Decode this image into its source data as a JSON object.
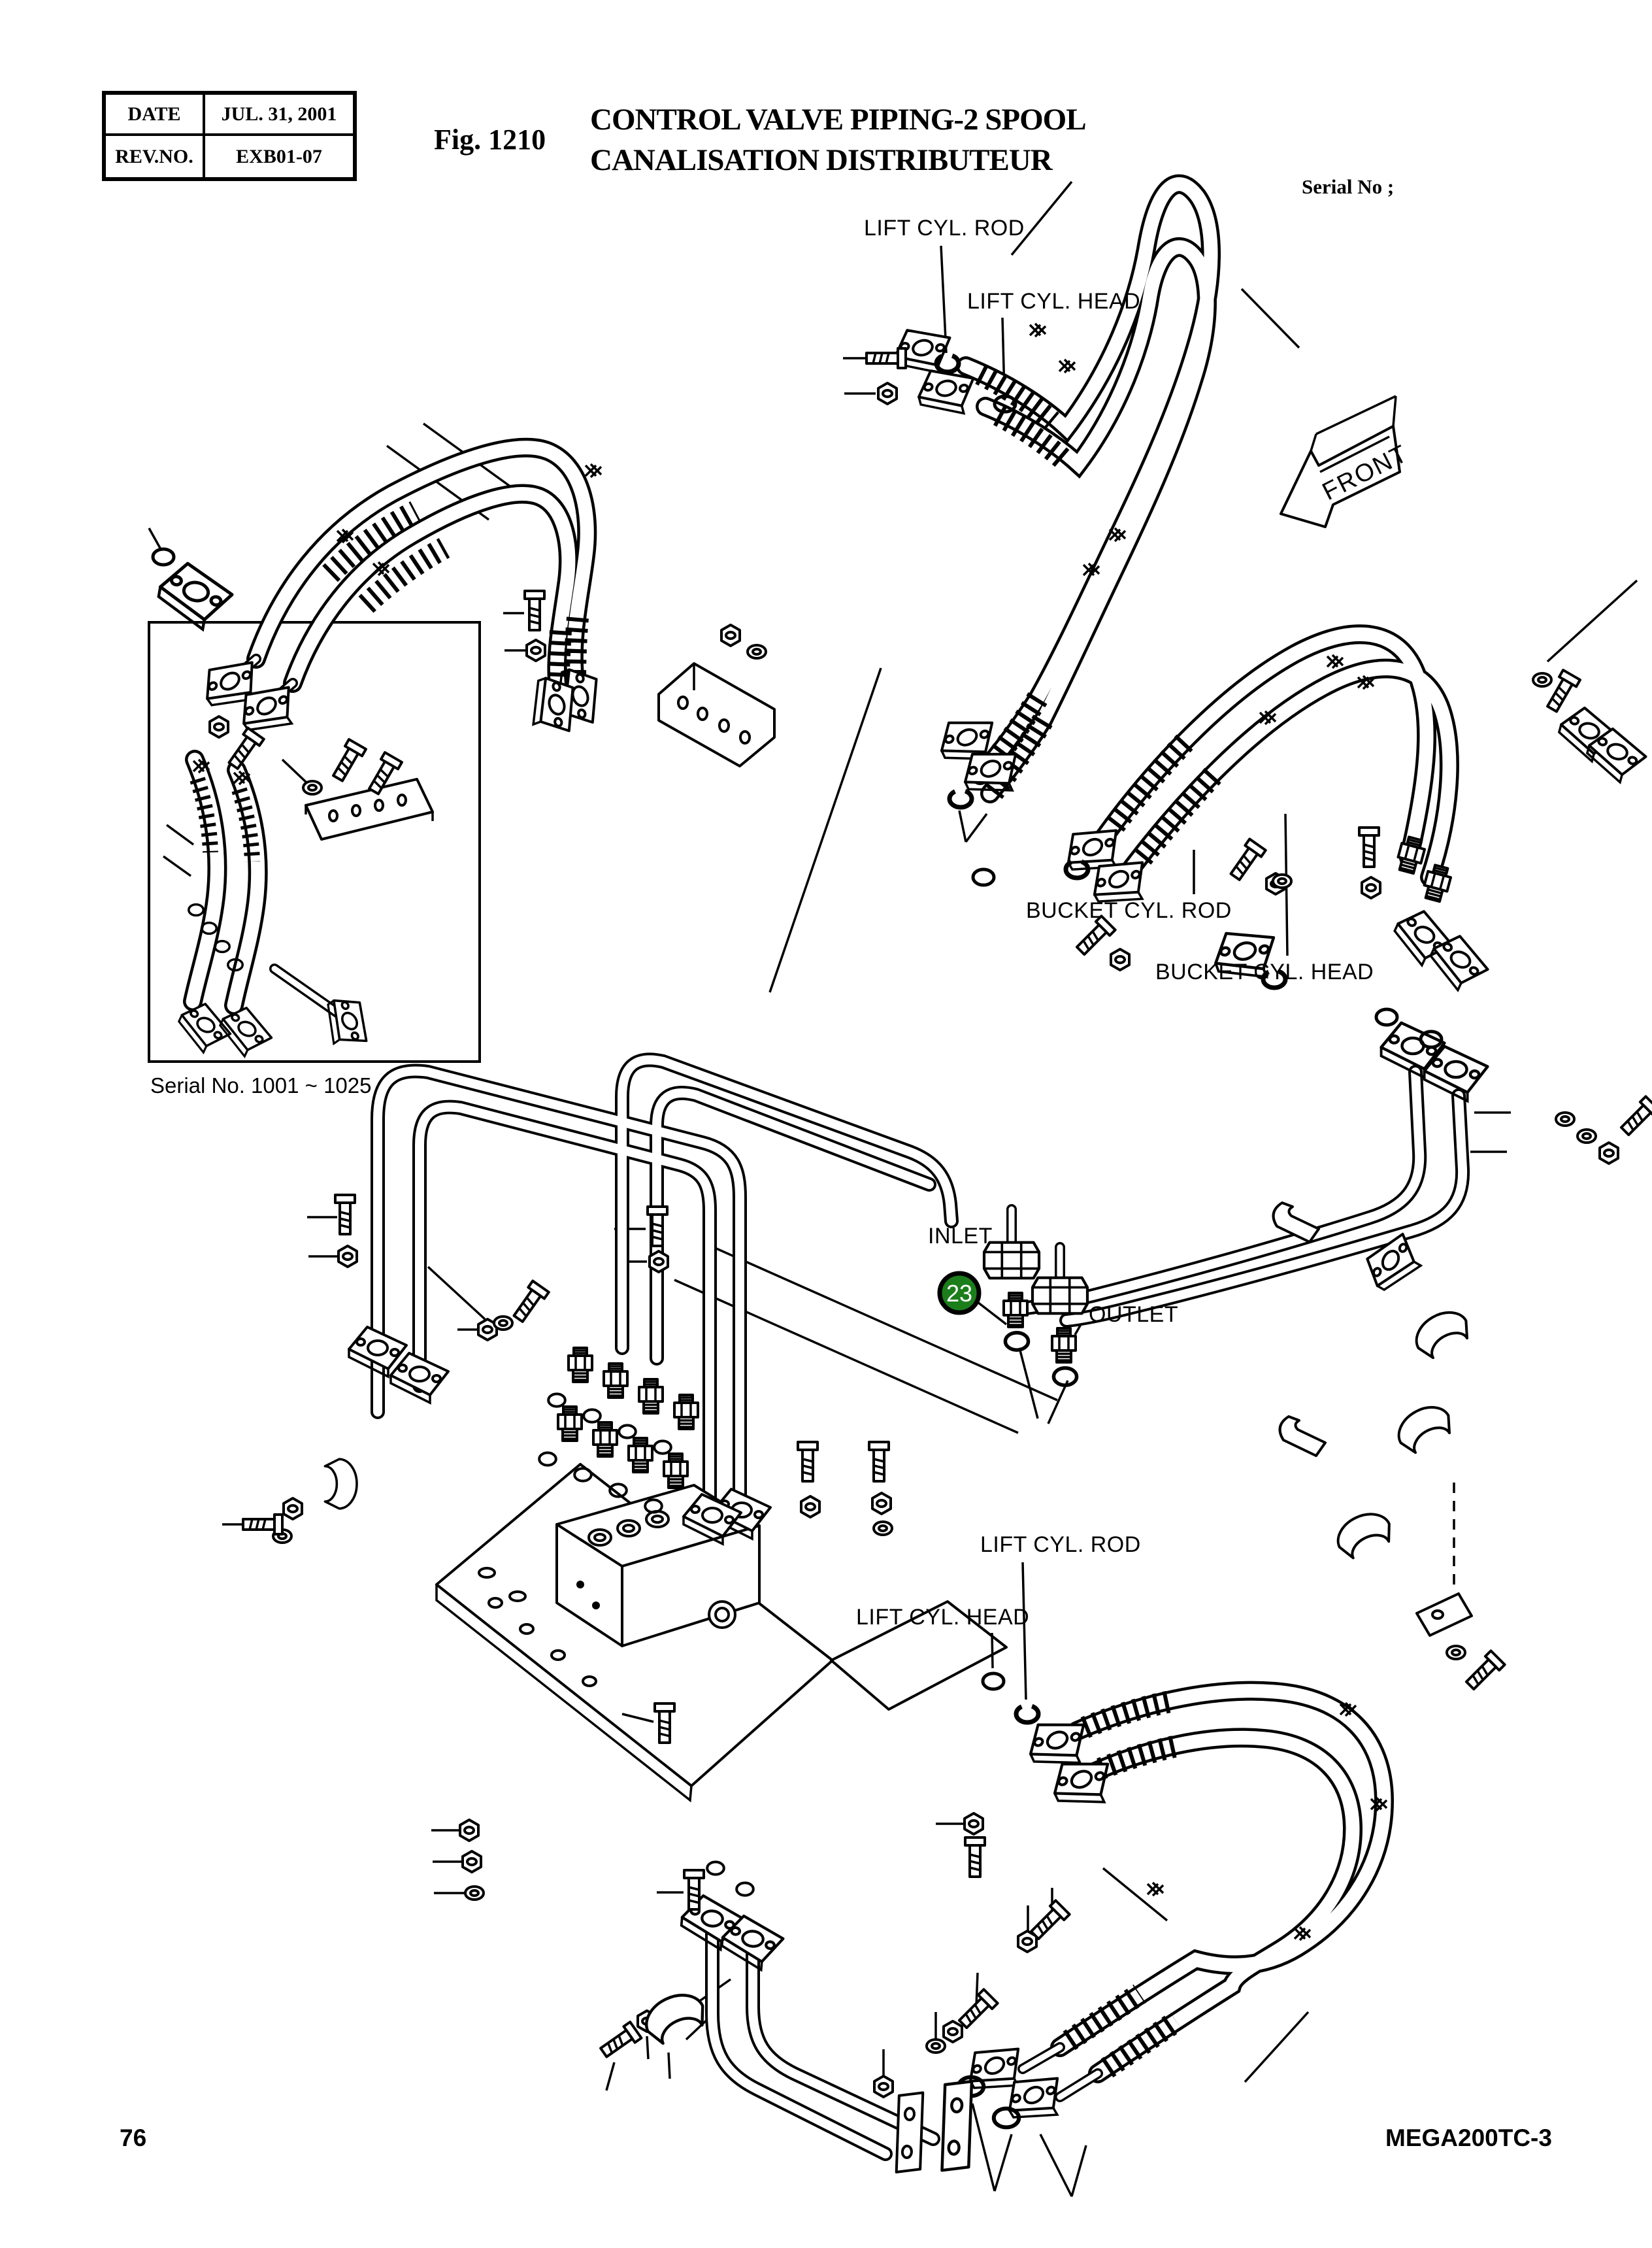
{
  "page": {
    "bg": "#ffffff",
    "ink": "#000000"
  },
  "header": {
    "table": {
      "rows": [
        {
          "label": "DATE",
          "value": "JUL. 31, 2001"
        },
        {
          "label": "REV.NO.",
          "value": "EXB01-07"
        }
      ]
    },
    "fig_label": "Fig. 1210",
    "title_line1": "CONTROL VALVE PIPING-2 SPOOL",
    "title_line2": "CANALISATION DISTRIBUTEUR",
    "serial_caption": "Serial No ;"
  },
  "diagram": {
    "front_marker": "FRONT",
    "inset_caption": "Serial No. 1001 ~ 1025",
    "callout": {
      "number": "23",
      "fill": "#1b7e1b",
      "ring": "#000000",
      "text_color": "#ffffff"
    },
    "labels": {
      "lift_cyl_rod_top": "LIFT CYL. ROD",
      "lift_cyl_head_top": "LIFT CYL. HEAD",
      "bucket_cyl_rod": "BUCKET CYL. ROD",
      "bucket_cyl_head": "BUCKET CYL. HEAD",
      "inlet": "INLET",
      "outlet": "OUTLET",
      "lift_cyl_rod_bottom": "LIFT CYL. ROD",
      "lift_cyl_head_bottom": "LIFT CYL. HEAD"
    }
  },
  "footer": {
    "page_number": "76",
    "doc_code": "MEGA200TC-3"
  }
}
